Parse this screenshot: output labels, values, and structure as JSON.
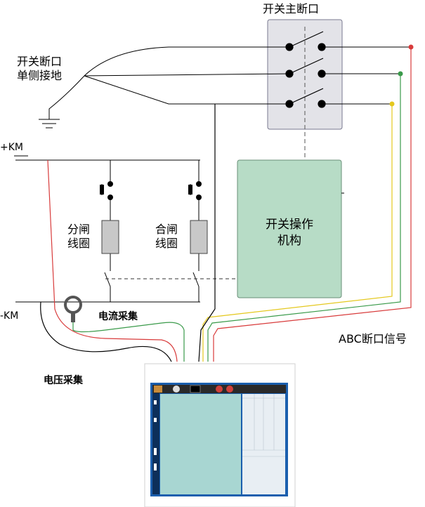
{
  "labels": {
    "main_break": "开关主断口",
    "ground_line1": "开关断口",
    "ground_line2": "单侧接地",
    "plus_km": "+KM",
    "minus_km": "-KM",
    "trip_coil_line1": "分闸",
    "trip_coil_line2": "线圈",
    "close_coil_line1": "合闸",
    "close_coil_line2": "线圈",
    "mechanism_line1": "开关操作",
    "mechanism_line2": "机构",
    "current_acq": "电流采集",
    "voltage_acq": "电压采集",
    "abc_signal": "ABC断口信号"
  },
  "colors": {
    "switch_box_fill": "#e3e3e8",
    "mechanism_fill": "#b7dcc6",
    "coil_fill": "#c8c8c8",
    "wire_red": "#d83b3b",
    "wire_green": "#3a9a4a",
    "wire_yellow": "#e4c81e",
    "screen_bezel": "#1b5fae",
    "screen_plot": "#a8d6d2"
  },
  "icons": [
    "current-clamp-icon",
    "ground-icon",
    "switch-contact-icon"
  ]
}
